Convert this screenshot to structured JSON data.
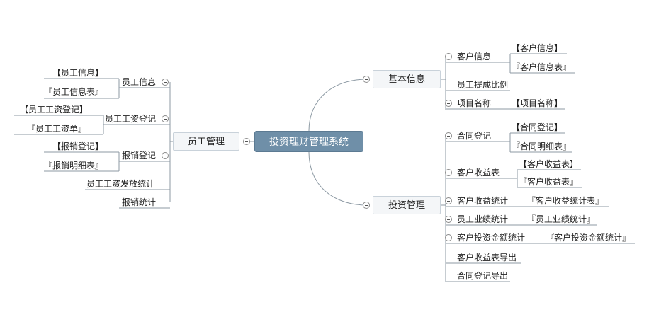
{
  "root": {
    "label": "投资理财管理系统"
  },
  "left": {
    "employee_mgmt": {
      "label": "员工管理"
    },
    "employee_info": {
      "label": "员工信息",
      "children": [
        "【员工信息】",
        "『员工信息表』"
      ]
    },
    "salary_register": {
      "label": "员工工资登记",
      "children": [
        "【员工工资登记】",
        "『员工工资单』"
      ]
    },
    "reimburse_register": {
      "label": "报销登记",
      "children": [
        "【报销登记】",
        "『报销明细表』"
      ]
    },
    "salary_stats": {
      "label": "员工工资发放统计"
    },
    "reimburse_stats": {
      "label": "报销统计"
    }
  },
  "right": {
    "basic_info": {
      "label": "基本信息"
    },
    "customer_info": {
      "label": "客户信息",
      "children": [
        "【客户信息】",
        "『客户信息表』"
      ]
    },
    "commission": {
      "label": "员工提成比例"
    },
    "project_name": {
      "label": "项目名称",
      "children": [
        "【项目名称】"
      ]
    },
    "invest_mgmt": {
      "label": "投资管理"
    },
    "contract_register": {
      "label": "合同登记",
      "children": [
        "【合同登记】",
        "『合同明细表』"
      ]
    },
    "customer_income": {
      "label": "客户收益表",
      "children": [
        "【客户收益表】",
        "『客户收益表』"
      ]
    },
    "income_stats": {
      "label": "客户收益统计",
      "children": [
        "『客户收益统计表』"
      ]
    },
    "perf_stats": {
      "label": "员工业绩统计",
      "children": [
        "『员工业绩统计』"
      ]
    },
    "invest_amount_stats": {
      "label": "客户投资金额统计",
      "children": [
        "『客户投资金额统计』"
      ]
    },
    "income_export": {
      "label": "客户收益表导出"
    },
    "contract_export": {
      "label": "合同登记导出"
    }
  }
}
